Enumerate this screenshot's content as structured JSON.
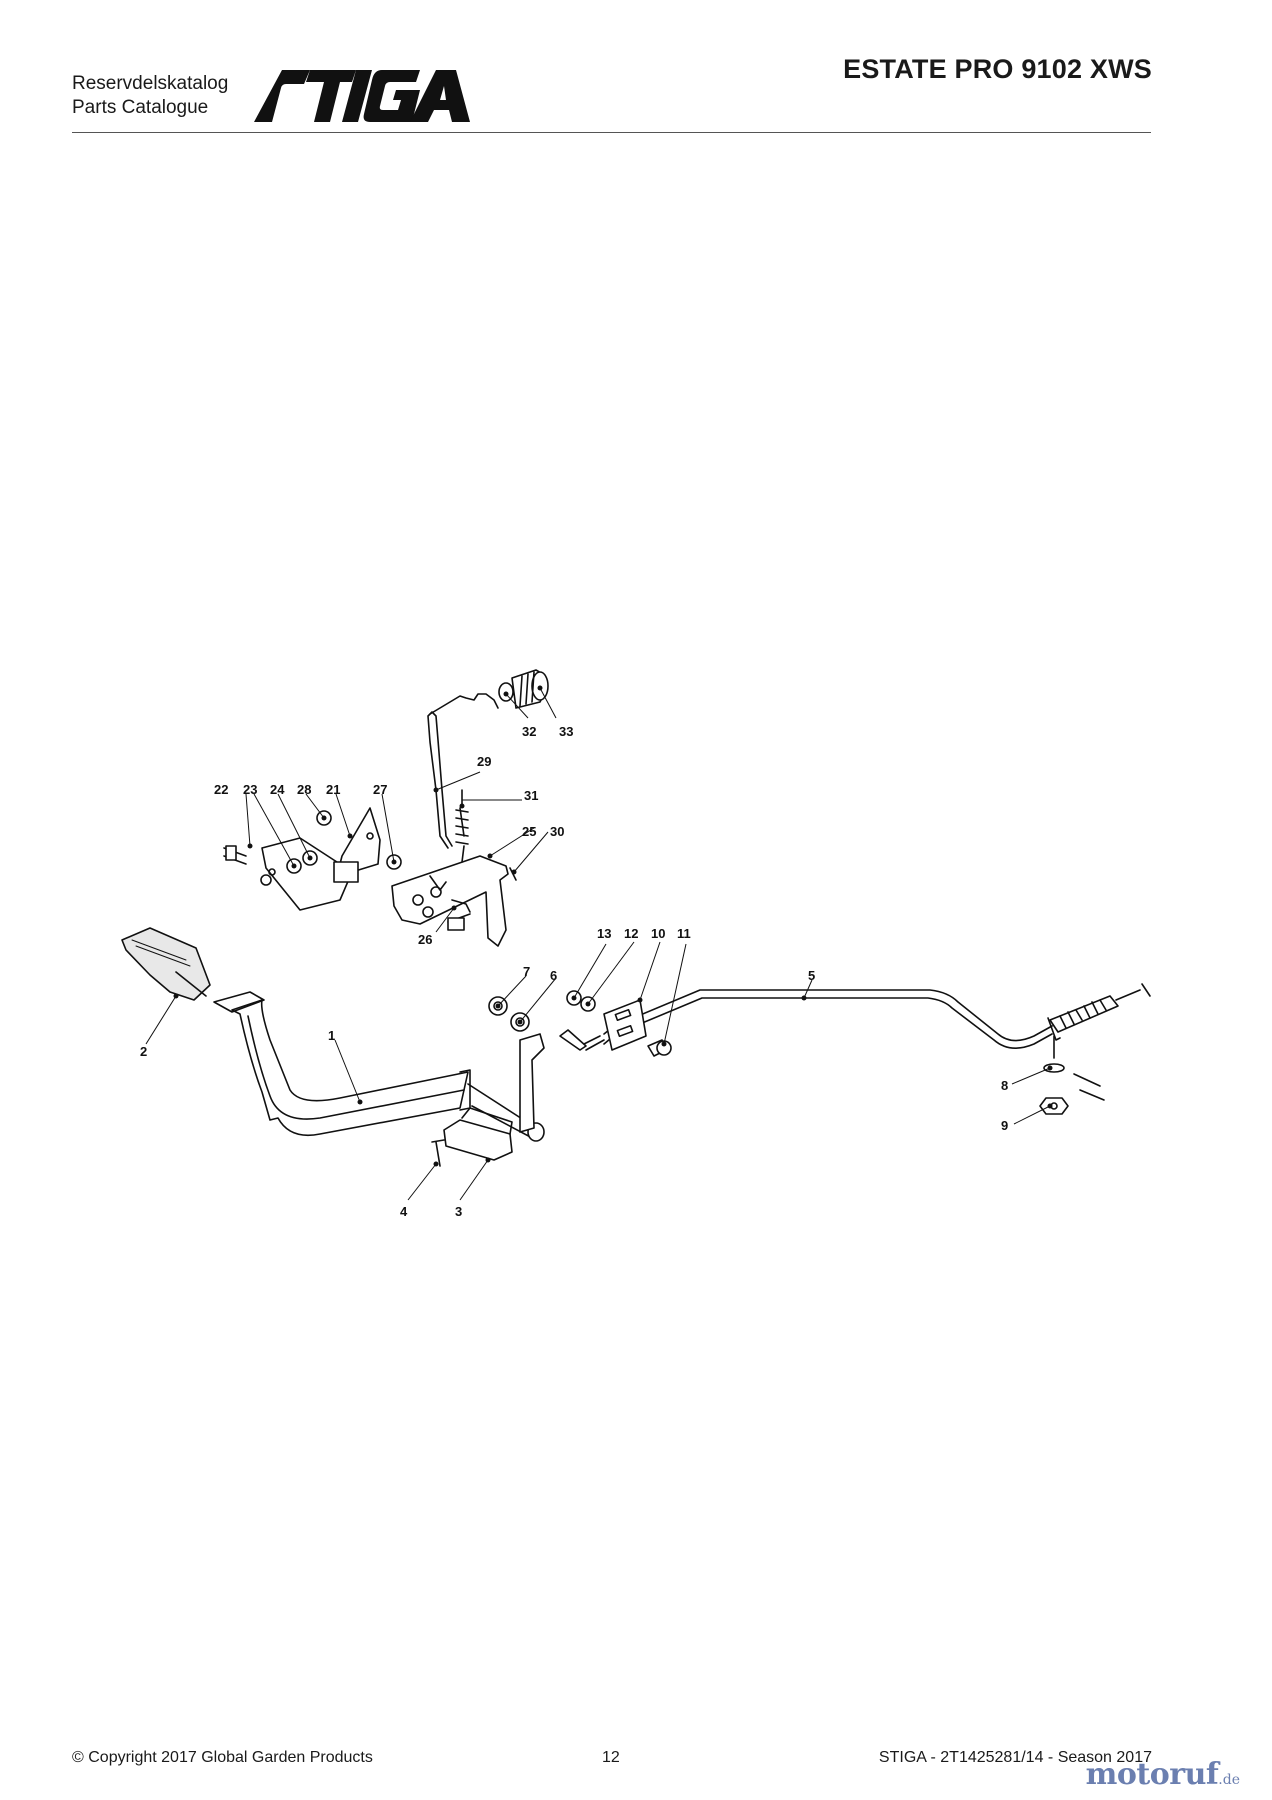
{
  "header": {
    "catalog_line1": "Reservdelskatalog",
    "catalog_line2": "Parts Catalogue",
    "brand": "STIGA",
    "model_title": "ESTATE PRO 9102 XWS"
  },
  "diagram": {
    "callouts": [
      "1",
      "2",
      "3",
      "4",
      "5",
      "6",
      "7",
      "8",
      "9",
      "10",
      "11",
      "12",
      "13",
      "21",
      "22",
      "23",
      "24",
      "25",
      "26",
      "27",
      "28",
      "29",
      "30",
      "31",
      "32",
      "33"
    ]
  },
  "footer": {
    "copyright": "© Copyright 2017 Global Garden Products",
    "page_number": "12",
    "doc_ref": "STIGA - 2T1425281/14 - Season 2017"
  },
  "watermark": {
    "main": "motoruf",
    "suffix": ".de"
  },
  "colors": {
    "text": "#1a1a1a",
    "rule": "#555555",
    "watermark": "#6b7fb0"
  }
}
